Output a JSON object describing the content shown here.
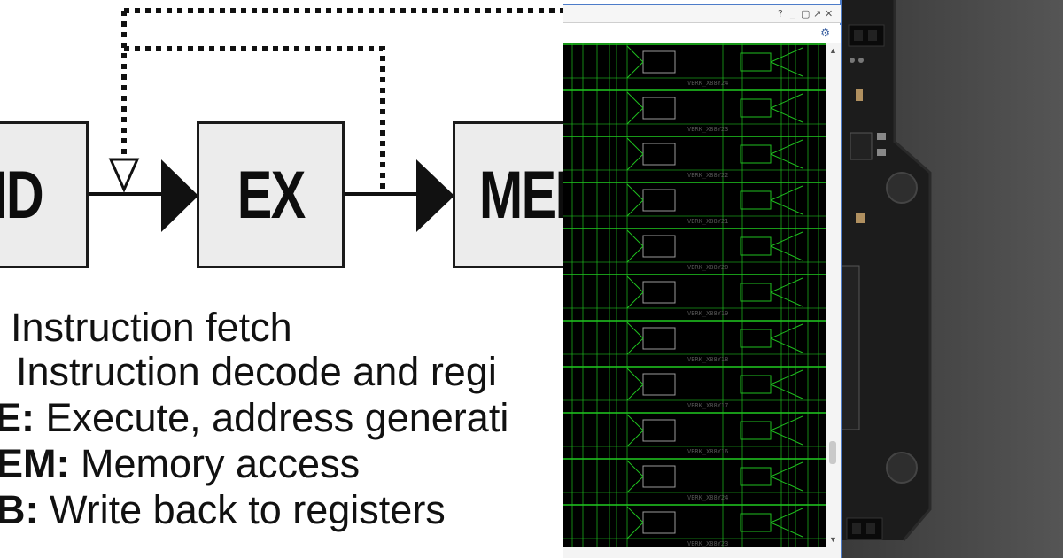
{
  "diagram": {
    "stages": [
      "ID",
      "EX",
      "MEM"
    ],
    "legend": [
      {
        "term": "",
        "text": "Instruction fetch"
      },
      {
        "term": "",
        "text": "Instruction decode and regi"
      },
      {
        "term": "E:",
        "text": " Execute, address generati"
      },
      {
        "term": "EM:",
        "text": " Memory access"
      },
      {
        "term": "B:",
        "text": " Write back to registers"
      }
    ]
  },
  "window": {
    "controls": [
      "?",
      "_",
      "▢",
      "↗",
      "✕"
    ],
    "gear_icon": "gear-icon",
    "tile_labels": [
      "VBRK_X88Y24",
      "VBRK_X88Y23",
      "VBRK_X88Y22",
      "VBRK_X88Y21",
      "VBRK_X88Y20",
      "VBRK_X88Y19",
      "VBRK_X88Y18",
      "VBRK_X88Y17",
      "VBRK_X88Y16"
    ],
    "trace_color": "#1fbf1f"
  },
  "board": {
    "bg_color": "#4a4a4a"
  }
}
